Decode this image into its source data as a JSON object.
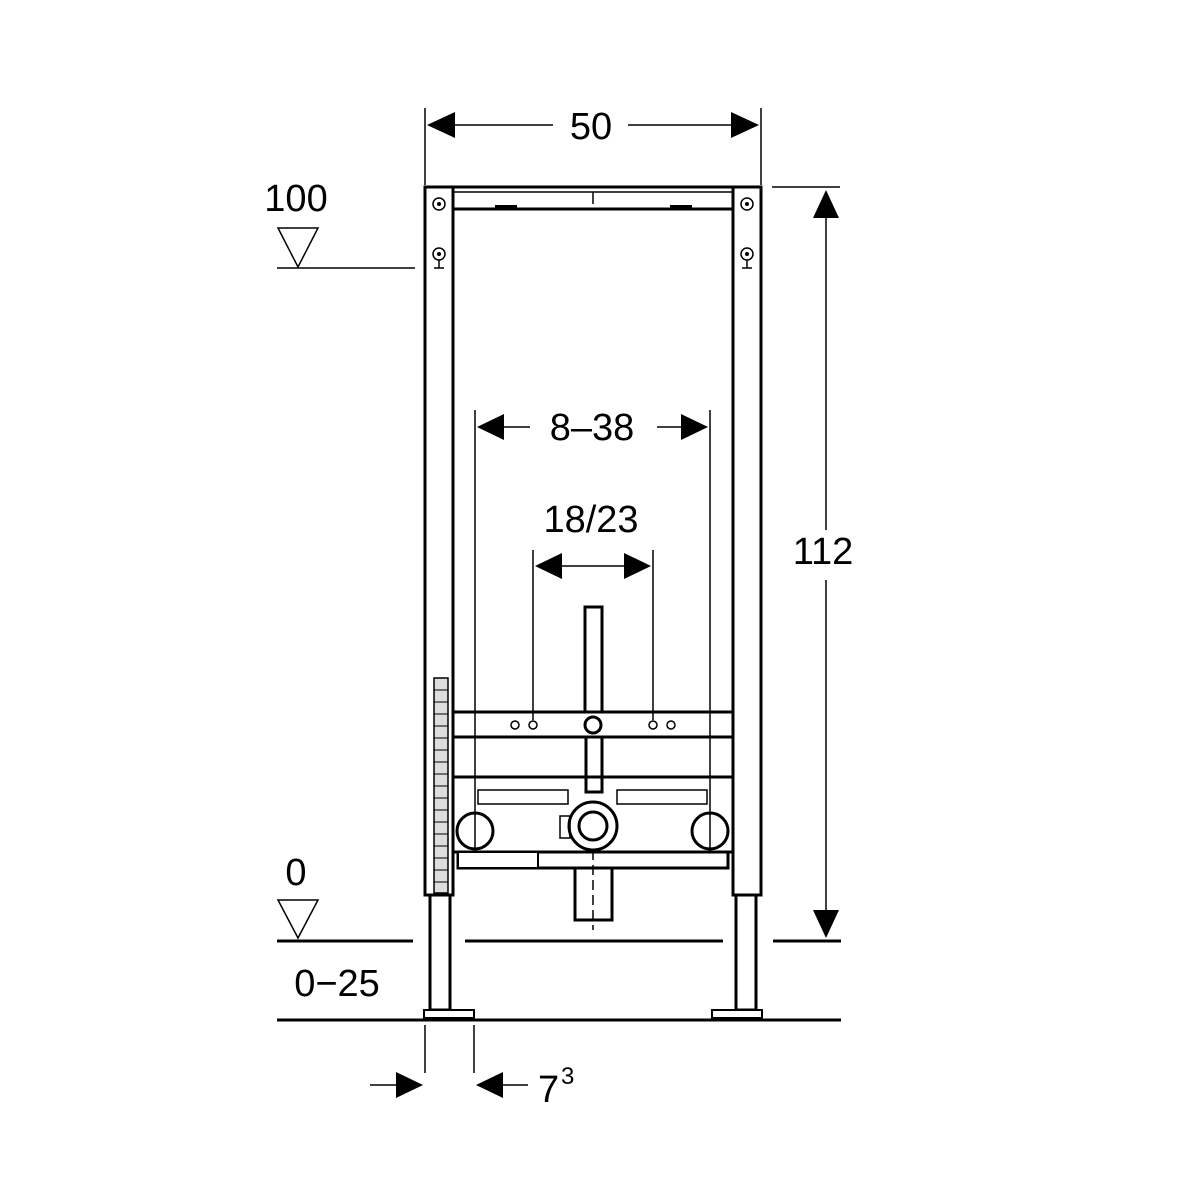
{
  "diagram": {
    "width_label": "50",
    "height_label": "112",
    "upper_level_label": "100",
    "floor_level_label": "0",
    "foot_adjust_label": "0−25",
    "outer_spacing_label": "8–38",
    "inner_spacing_label": "18/23",
    "foot_offset_label": "7",
    "foot_offset_superscript": "3"
  }
}
